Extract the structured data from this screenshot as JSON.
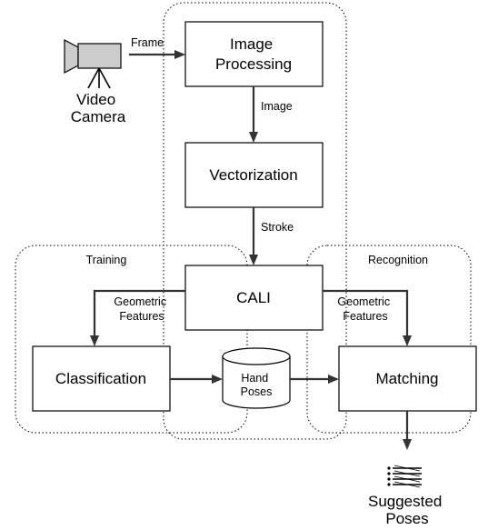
{
  "diagram": {
    "nodes": {
      "image_processing": [
        "Image",
        "Processing"
      ],
      "vectorization": "Vectorization",
      "cali": "CALI",
      "classification": "Classification",
      "matching": "Matching",
      "hand_poses": [
        "Hand",
        "Poses"
      ],
      "video_camera": [
        "Video",
        "Camera"
      ],
      "suggested_poses": [
        "Suggested",
        "Poses"
      ]
    },
    "groups": {
      "training": "Training",
      "recognition": "Recognition"
    },
    "edges": {
      "frame": "Frame",
      "image": "Image",
      "stroke": "Stroke",
      "geometric_features_left": [
        "Geometric",
        "Features"
      ],
      "geometric_features_right": [
        "Geometric",
        "Features"
      ]
    },
    "icons": {
      "camera": "video-camera-icon",
      "results": "pose-list-icon"
    }
  }
}
